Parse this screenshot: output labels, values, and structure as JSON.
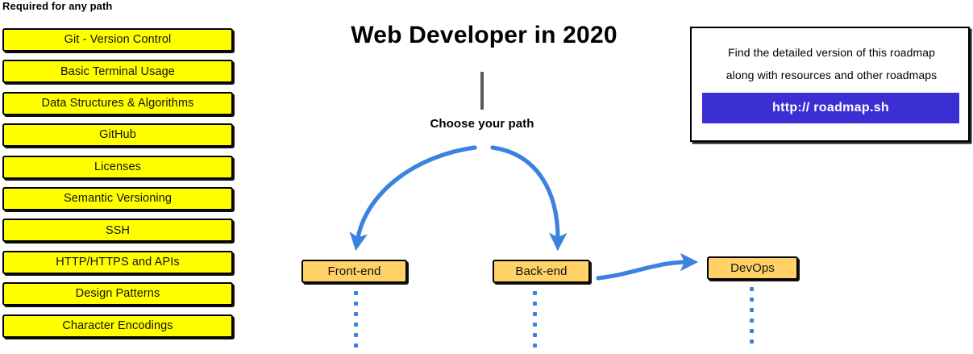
{
  "header": {
    "title": "Web Developer in 2020"
  },
  "required_section": {
    "heading": "Required for any path",
    "items": [
      {
        "label": "Git - Version Control"
      },
      {
        "label": "Basic Terminal Usage"
      },
      {
        "label": "Data Structures & Algorithms"
      },
      {
        "label": "GitHub"
      },
      {
        "label": "Licenses"
      },
      {
        "label": "Semantic Versioning"
      },
      {
        "label": "SSH"
      },
      {
        "label": "HTTP/HTTPS and APIs"
      },
      {
        "label": "Design Patterns"
      },
      {
        "label": "Character Encodings"
      }
    ]
  },
  "flow": {
    "choose_label": "Choose your path",
    "paths": [
      {
        "label": "Front-end"
      },
      {
        "label": "Back-end"
      },
      {
        "label": "DevOps"
      }
    ]
  },
  "info_card": {
    "line1": "Find the detailed version of this roadmap",
    "line2": "along with resources and other roadmaps",
    "button_label": "http:// roadmap.sh"
  },
  "colors": {
    "required_box_fill": "#ffff00",
    "path_box_fill": "#ffd166",
    "arrow_blue": "#3b82e0",
    "button_indigo": "#3b2fd4",
    "trunk_gray": "#595959",
    "outline_black": "#000000"
  }
}
